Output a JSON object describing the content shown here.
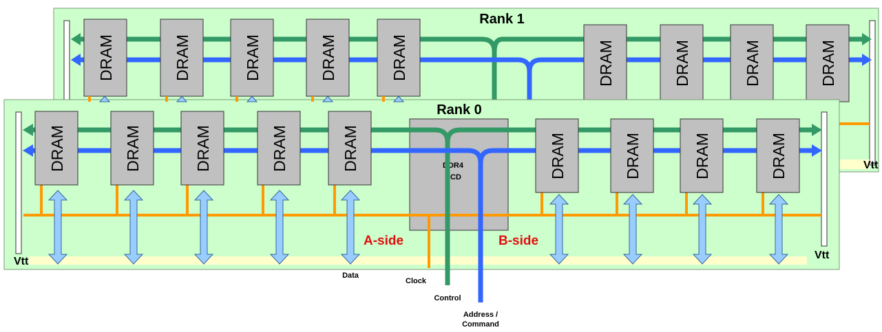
{
  "rank1": {
    "title": "Rank 1",
    "vtt_right": "Vtt",
    "dram_label": "DRAM"
  },
  "rank0": {
    "title": "Rank 0",
    "vtt_left": "Vtt",
    "vtt_right": "Vtt",
    "dram_label": "DRAM",
    "rcd_line1": "DDR4",
    "rcd_line2": "RCD",
    "a_side": "A-side",
    "b_side": "B-side"
  },
  "signals": {
    "data": "Data",
    "clock": "Clock",
    "control": "Control",
    "address_line1": "Address /",
    "address_line2": "Command"
  },
  "colors": {
    "board": "#ccffcc",
    "board_border": "#7a9a7a",
    "dram_fill": "#c0c0c0",
    "clock": "#ff9900",
    "control": "#339966",
    "address": "#3366ff",
    "data_arrow": "#99ccff",
    "side_text": "#e01010",
    "terminator": "#ffffcc"
  }
}
